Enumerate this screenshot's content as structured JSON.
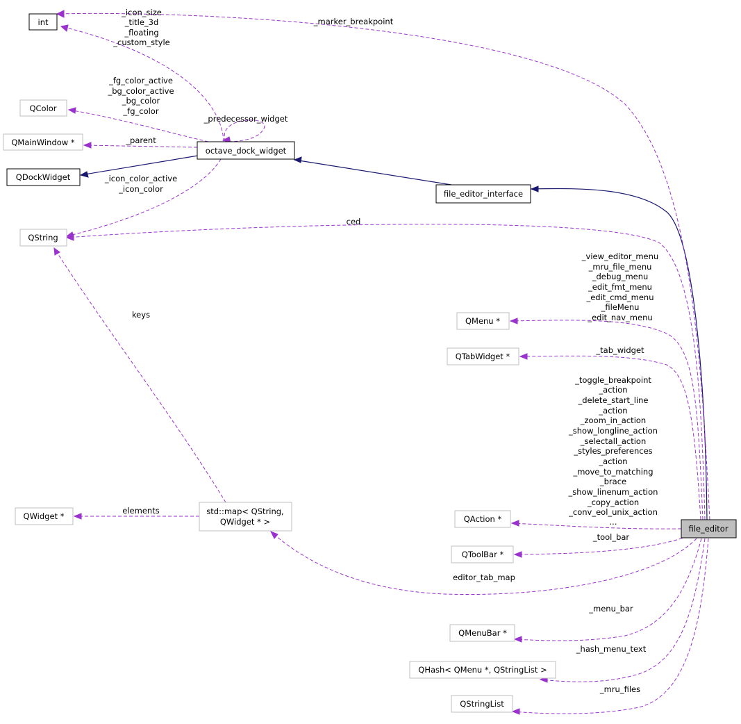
{
  "diagram": {
    "nodes": {
      "int": "int",
      "qcolor": "QColor",
      "qmainwindow": "QMainWindow *",
      "qdockwidget": "QDockWidget",
      "octave_dock_widget": "octave_dock_widget",
      "file_editor_interface": "file_editor_interface",
      "qstring": "QString",
      "qmenu": "QMenu *",
      "qtabwidget": "QTabWidget *",
      "qwidget": "QWidget *",
      "stdmap_line1": "std::map< QString,",
      "stdmap_line2": "QWidget * >",
      "qaction": "QAction *",
      "qtoolbar": "QToolBar *",
      "qmenubar": "QMenuBar *",
      "qhash": "QHash< QMenu *, QStringList >",
      "qstringlist": "QStringList",
      "file_editor": "file_editor"
    },
    "labels": {
      "marker_breakpoint": "_marker_breakpoint",
      "int_members": [
        "_icon_size",
        "_title_3d",
        "_floating",
        "_custom_style"
      ],
      "color_members": [
        "_fg_color_active",
        "_bg_color_active",
        "_bg_color",
        "_fg_color"
      ],
      "predecessor": "_predecessor_widget",
      "parent": "_parent",
      "icon_color": [
        "_icon_color_active",
        "_icon_color"
      ],
      "ced": "ced",
      "menu_members": [
        "_view_editor_menu",
        "_mru_file_menu",
        "_debug_menu",
        "_edit_fmt_menu",
        "_edit_cmd_menu",
        "_fileMenu",
        "_edit_nav_menu"
      ],
      "keys": "keys",
      "tab_widget": "_tab_widget",
      "action_members": [
        "_toggle_breakpoint",
        "_action",
        "_delete_start_line",
        "_action",
        "_zoom_in_action",
        "_show_longline_action",
        "_selectall_action",
        "_styles_preferences",
        "_action",
        "_move_to_matching",
        "_brace",
        "_show_linenum_action",
        "_copy_action",
        "_conv_eol_unix_action",
        "..."
      ],
      "elements": "elements",
      "tool_bar": "_tool_bar",
      "editor_tab_map": "editor_tab_map",
      "menu_bar": "_menu_bar",
      "hash_menu_text": "_hash_menu_text",
      "mru_files": "_mru_files"
    },
    "colors": {
      "usage_edge": "#9a32cd",
      "inheritance_edge": "#191970",
      "selected_fill": "#bfbfbf",
      "external_border": "#bfbfbf"
    }
  }
}
